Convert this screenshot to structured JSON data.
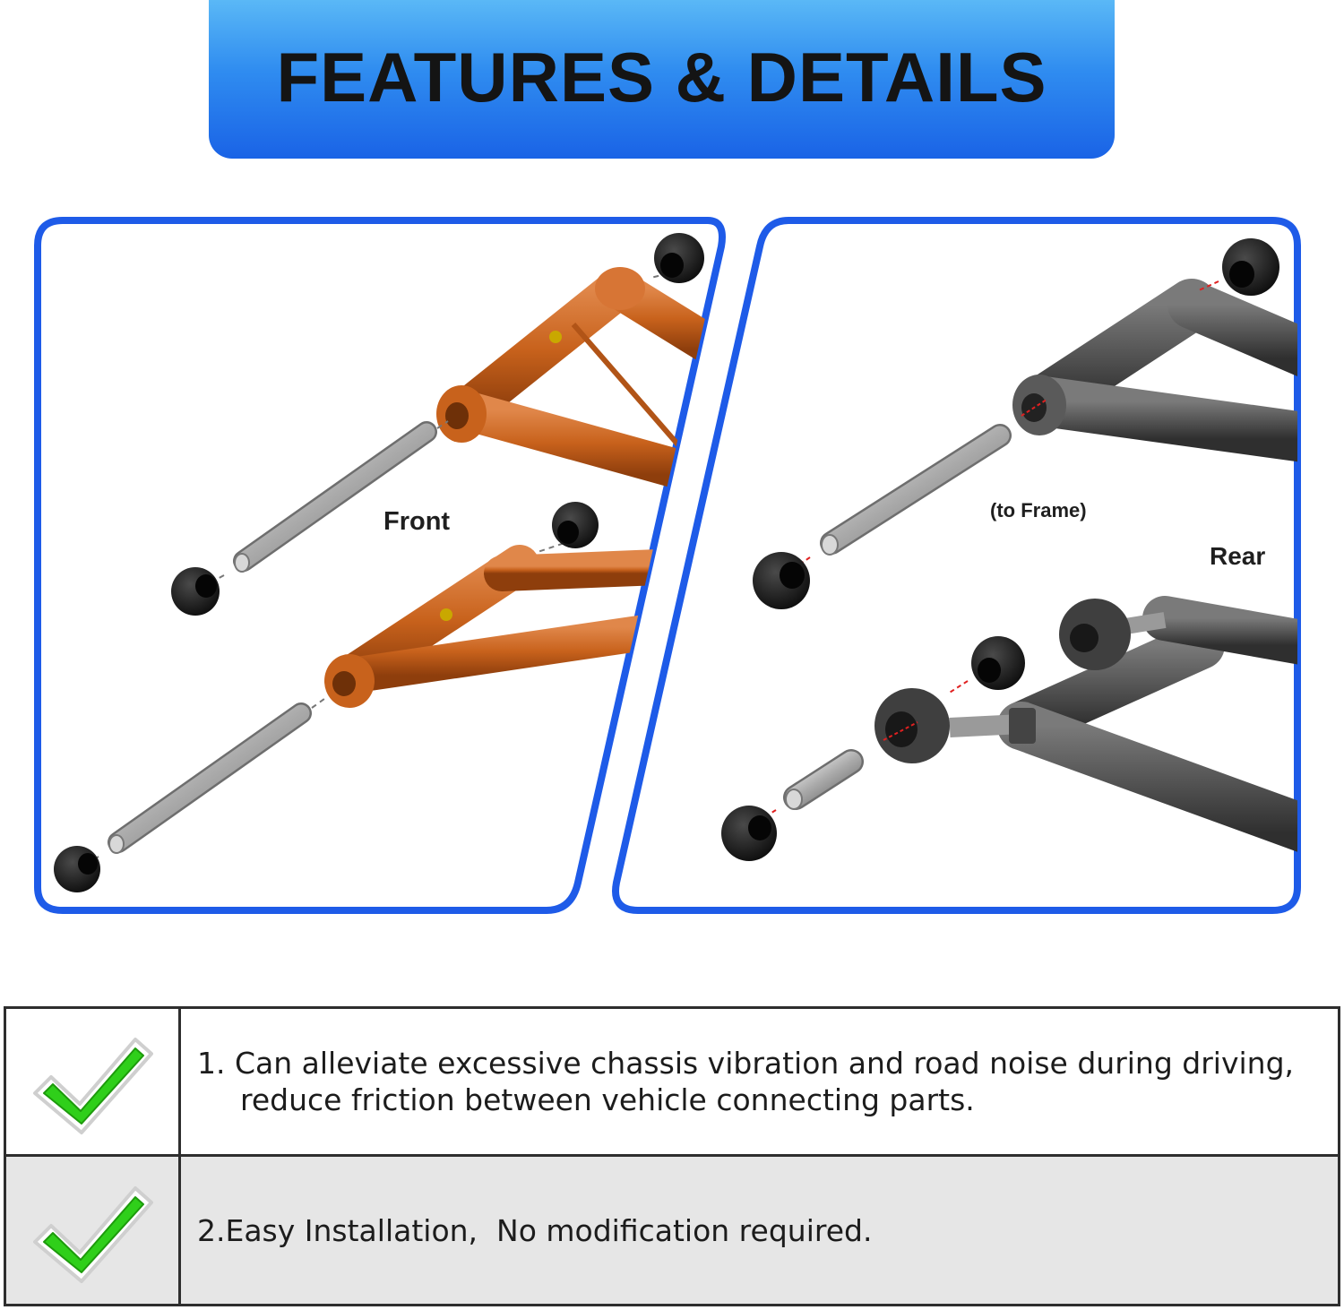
{
  "banner": {
    "title": "FEATURES & DETAILS"
  },
  "colors": {
    "banner_top": "#5ab8f6",
    "banner_bottom": "#1a63e6",
    "panel_border": "#1e5be8",
    "front_arm": "#c8621c",
    "rear_arm": "#4f4f4f",
    "check_green": "#2fcf1a"
  },
  "panels": {
    "front": {
      "label": "Front"
    },
    "rear": {
      "label": "Rear",
      "frame_note": "(to Frame)"
    }
  },
  "features": [
    {
      "icon": "check-mark-icon",
      "line1": "1. Can alleviate excessive chassis vibration and road noise during driving,",
      "line2": "reduce friction between vehicle connecting parts."
    },
    {
      "icon": "check-mark-icon",
      "line1": "2.Easy Installation,  No modification required."
    }
  ]
}
